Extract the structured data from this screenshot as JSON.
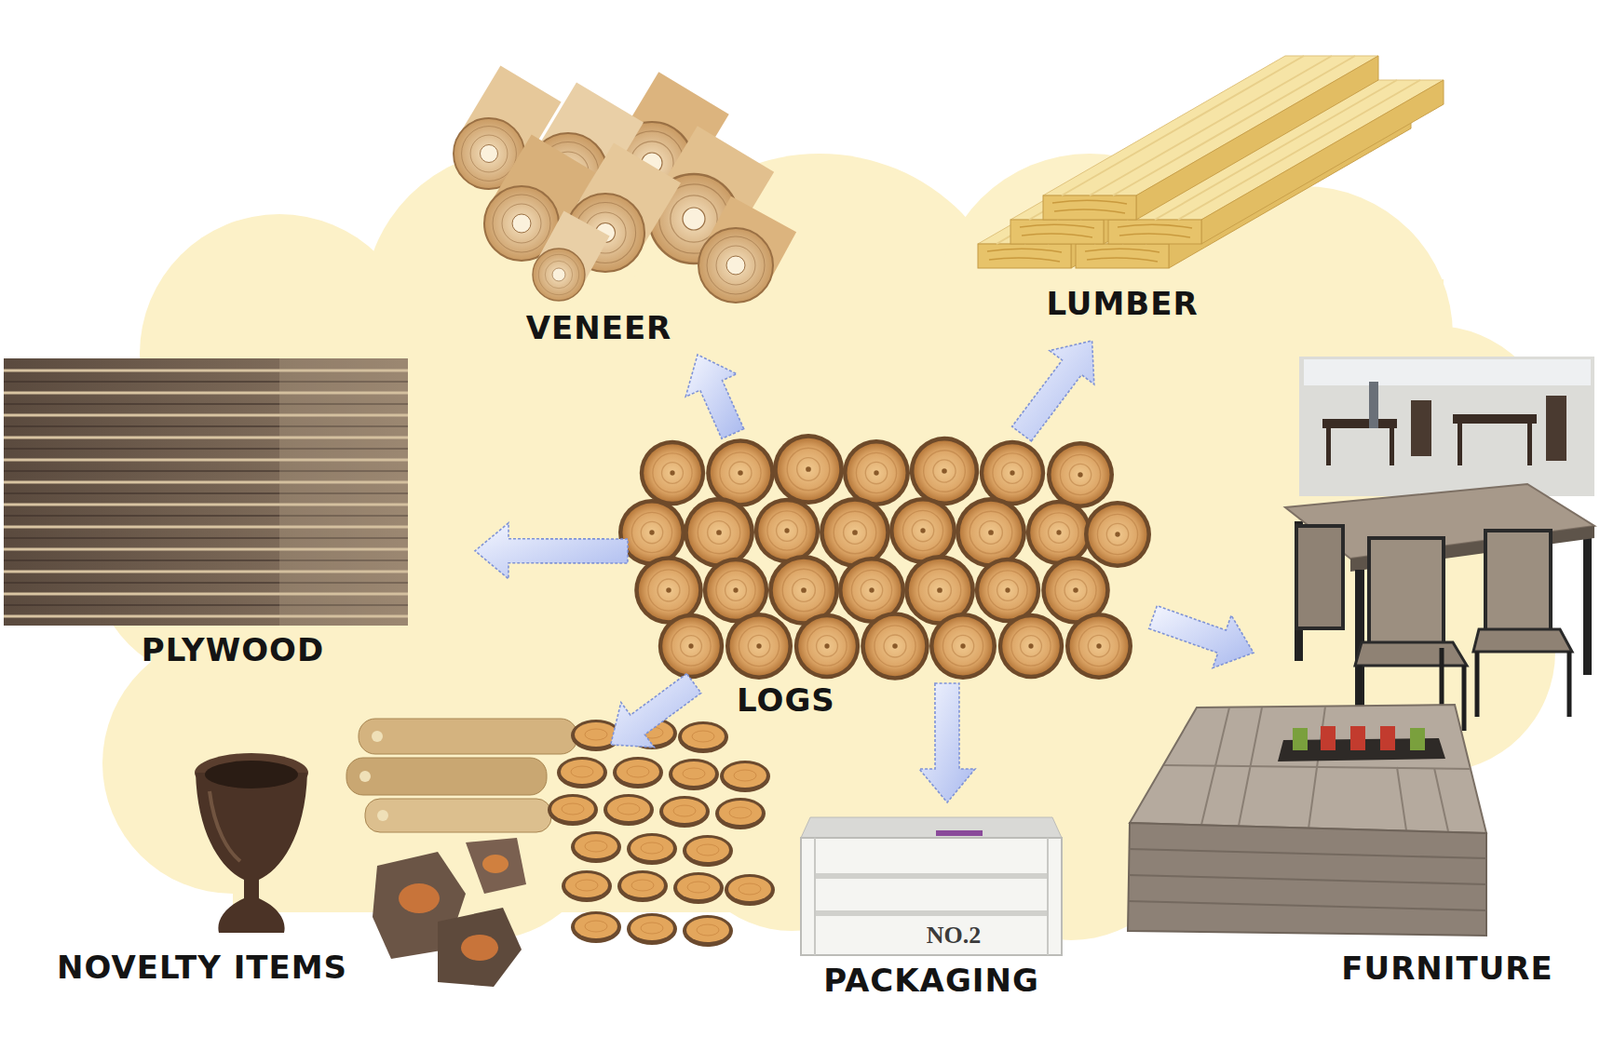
{
  "diagram": {
    "nodes": [
      {
        "text": [
          "VENEER"
        ]
      },
      {
        "text": [
          "LUMBER"
        ]
      },
      {
        "text": [
          "PLYWOOD"
        ]
      },
      {
        "text": [
          "LOGS"
        ]
      },
      {
        "text": [
          "FURNITURE"
        ]
      },
      {
        "text": [
          "NOVELTY ITEMS"
        ]
      },
      {
        "text": [
          "PACKAGING"
        ]
      }
    ],
    "edges": [
      {
        "from": 3,
        "to": 0,
        "arrow": "to"
      },
      {
        "from": 3,
        "to": 1,
        "arrow": "to"
      },
      {
        "from": 3,
        "to": 2,
        "arrow": "to"
      },
      {
        "from": 3,
        "to": 4,
        "arrow": "to"
      },
      {
        "from": 3,
        "to": 5,
        "arrow": "to"
      },
      {
        "from": 3,
        "to": 6,
        "arrow": "to"
      }
    ],
    "labels": [
      "NO.2"
    ]
  }
}
